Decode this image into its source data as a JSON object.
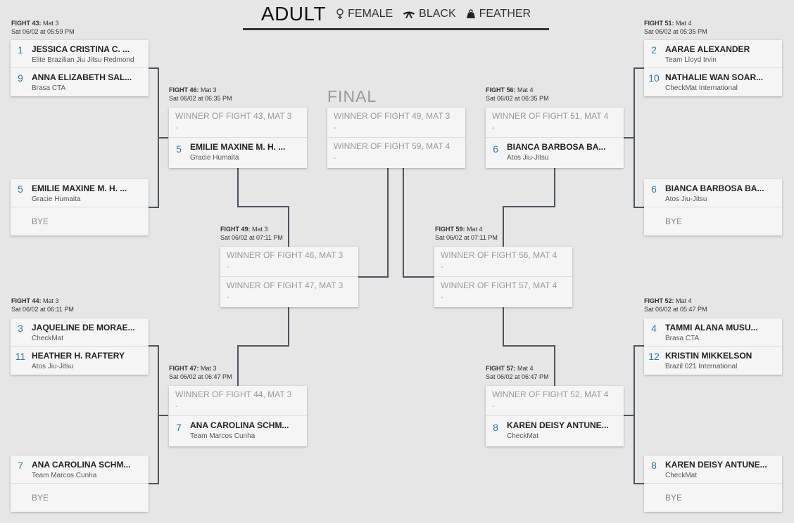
{
  "header": {
    "title": "ADULT",
    "gender": "FEMALE",
    "belt": "BLACK",
    "weight": "FEATHER"
  },
  "final_title": "FINAL",
  "fights": {
    "f43": {
      "num": "FIGHT 43:",
      "mat": "Mat 3",
      "time": "Sat 06/02 at 05:59 PM"
    },
    "f51": {
      "num": "FIGHT 51:",
      "mat": "Mat 4",
      "time": "Sat 06/02 at 05:35 PM"
    },
    "f46": {
      "num": "FIGHT 46:",
      "mat": "Mat 3",
      "time": "Sat 06/02 at 06:35 PM"
    },
    "f56": {
      "num": "FIGHT 56:",
      "mat": "Mat 4",
      "time": "Sat 06/02 at 06:35 PM"
    },
    "f49": {
      "num": "FIGHT 49:",
      "mat": "Mat 3",
      "time": "Sat 06/02 at 07:11 PM"
    },
    "f59": {
      "num": "FIGHT 59:",
      "mat": "Mat 4",
      "time": "Sat 06/02 at 07:11 PM"
    },
    "f44": {
      "num": "FIGHT 44:",
      "mat": "Mat 3",
      "time": "Sat 06/02 at 06:11 PM"
    },
    "f52": {
      "num": "FIGHT 52:",
      "mat": "Mat 4",
      "time": "Sat 06/02 at 05:47 PM"
    },
    "f47": {
      "num": "FIGHT 47:",
      "mat": "Mat 3",
      "time": "Sat 06/02 at 06:47 PM"
    },
    "f57": {
      "num": "FIGHT 57:",
      "mat": "Mat 4",
      "time": "Sat 06/02 at 06:47 PM"
    }
  },
  "cards": {
    "c43": [
      {
        "seed": "1",
        "name": "JESSICA CRISTINA C. ...",
        "team": "Elite Brazilian Jiu Jitsu Redmond"
      },
      {
        "seed": "9",
        "name": "ANNA ELIZABETH SAL...",
        "team": "Brasa CTA"
      }
    ],
    "c51": [
      {
        "seed": "2",
        "name": "AARAE ALEXANDER",
        "team": "Team Lloyd Irvin"
      },
      {
        "seed": "10",
        "name": "NATHALIE WAN SOAR...",
        "team": "CheckMat International"
      }
    ],
    "cL2": {
      "seed": "5",
      "name": "EMILIE MAXINE M. H. ...",
      "team": "Gracie Humaita",
      "bye": "BYE"
    },
    "cR2": {
      "seed": "6",
      "name": "BIANCA BARBOSA BA...",
      "team": "Atos Jiu-Jitsu",
      "bye": "BYE"
    },
    "c46": {
      "winner": "WINNER OF FIGHT 43, MAT 3",
      "dash": "-",
      "seed": "5",
      "name": "EMILIE MAXINE M. H. ...",
      "team": "Gracie Humaita"
    },
    "c56": {
      "winner": "WINNER OF FIGHT 51, MAT 4",
      "dash": "-",
      "seed": "6",
      "name": "BIANCA BARBOSA BA...",
      "team": "Atos Jiu-Jitsu"
    },
    "final": {
      "w1": "WINNER OF FIGHT 49, MAT 3",
      "w2": "WINNER OF FIGHT 59, MAT 4",
      "dash": "-"
    },
    "c49": {
      "w1": "WINNER OF FIGHT 46, MAT 3",
      "w2": "WINNER OF FIGHT 47, MAT 3",
      "dash": "-"
    },
    "c59": {
      "w1": "WINNER OF FIGHT 56, MAT 4",
      "w2": "WINNER OF FIGHT 57, MAT 4",
      "dash": "-"
    },
    "c44": [
      {
        "seed": "3",
        "name": "JAQUELINE DE MORAE...",
        "team": "CheckMat"
      },
      {
        "seed": "11",
        "name": "HEATHER H. RAFTERY",
        "team": "Atos Jiu-Jitsu"
      }
    ],
    "c52": [
      {
        "seed": "4",
        "name": "TAMMI ALANA MUSU...",
        "team": "Brasa CTA"
      },
      {
        "seed": "12",
        "name": "KRISTIN MIKKELSON",
        "team": "Brazil 021 International"
      }
    ],
    "c47": {
      "winner": "WINNER OF FIGHT 44, MAT 3",
      "dash": "-",
      "seed": "7",
      "name": "ANA CAROLINA SCHM...",
      "team": "Team Marcos Cunha"
    },
    "c57": {
      "winner": "WINNER OF FIGHT 52, MAT 4",
      "dash": "-",
      "seed": "8",
      "name": "KAREN DEISY ANTUNE...",
      "team": "CheckMat"
    },
    "cL4": {
      "seed": "7",
      "name": "ANA CAROLINA SCHM...",
      "team": "Team Marcos Cunha",
      "bye": "BYE"
    },
    "cR4": {
      "seed": "8",
      "name": "KAREN DEISY ANTUNE...",
      "team": "CheckMat",
      "bye": "BYE"
    }
  },
  "icons": {
    "gender": "female-icon",
    "belt": "belt-icon",
    "weight": "weight-icon"
  },
  "colors": {
    "seed": "#2e7ba3",
    "background": "#e6e6e6",
    "connector": "#4a5560"
  }
}
